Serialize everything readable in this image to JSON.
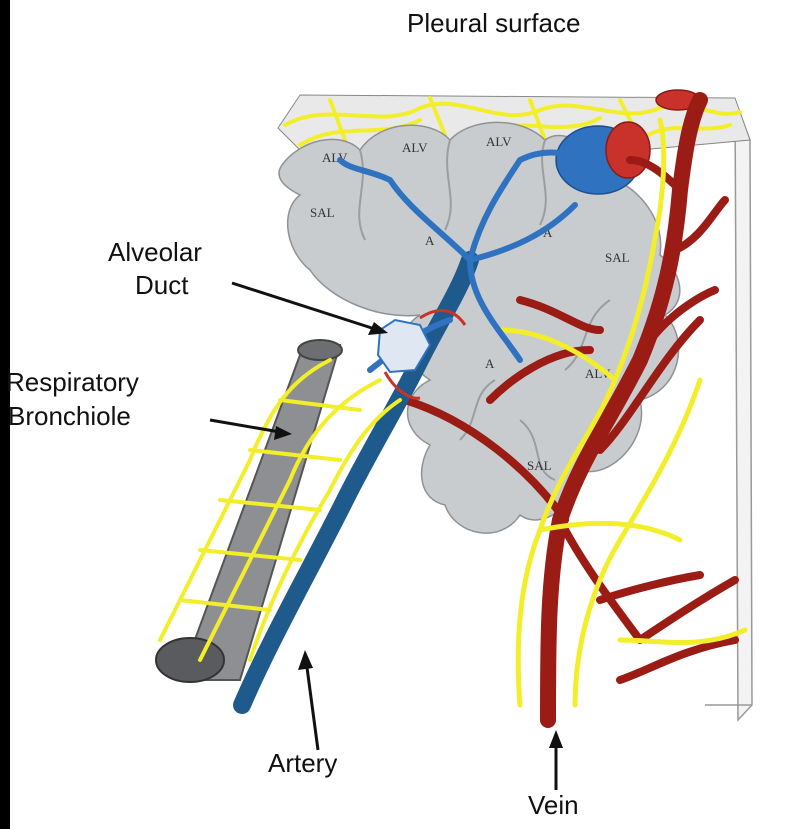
{
  "labels": {
    "pleural_surface": "Pleural surface",
    "alveolar_duct_line1": "Alveolar",
    "alveolar_duct_line2": "Duct",
    "respiratory_bronchiole_line1": "Respiratory",
    "respiratory_bronchiole_line2": "Bronchiole",
    "artery": "Artery",
    "vein": "Vein"
  },
  "alveolar_marks": {
    "alv": "ALV",
    "sal": "SAL",
    "a": "A"
  },
  "colors": {
    "background": "#000000",
    "panel": "#ffffff",
    "alveoli": "#c9cccf",
    "lymphatic": "#f2ee2a",
    "artery": "#1f5a8c",
    "vein": "#9a1c14",
    "bronchiole": "#8d8f92",
    "capillary_blue": "#2f73c0",
    "capillary_red": "#c8322a"
  }
}
